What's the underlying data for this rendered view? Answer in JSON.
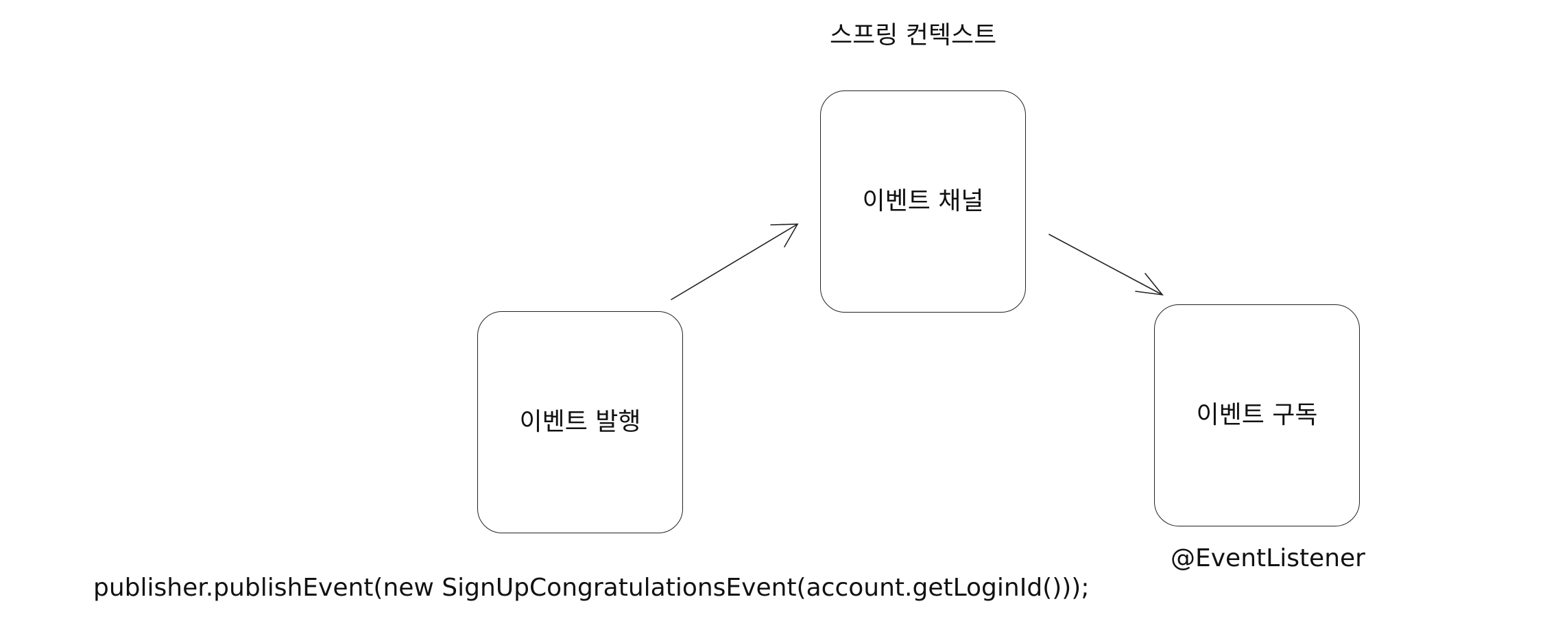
{
  "diagram": {
    "context_title": "스프링 컨텍스트",
    "nodes": {
      "publish": {
        "label": "이벤트 발행"
      },
      "channel": {
        "label": "이벤트 채널"
      },
      "subscribe": {
        "label": "이벤트 구독"
      }
    },
    "edges": [
      {
        "from": "publish",
        "to": "channel"
      },
      {
        "from": "channel",
        "to": "subscribe"
      }
    ],
    "listener_annotation": "@EventListener",
    "code_snippet": "publisher.publishEvent(new SignUpCongratulationsEvent(account.getLoginId()));"
  },
  "colors": {
    "stroke": "#222222",
    "text": "#111111",
    "background": "#ffffff"
  }
}
